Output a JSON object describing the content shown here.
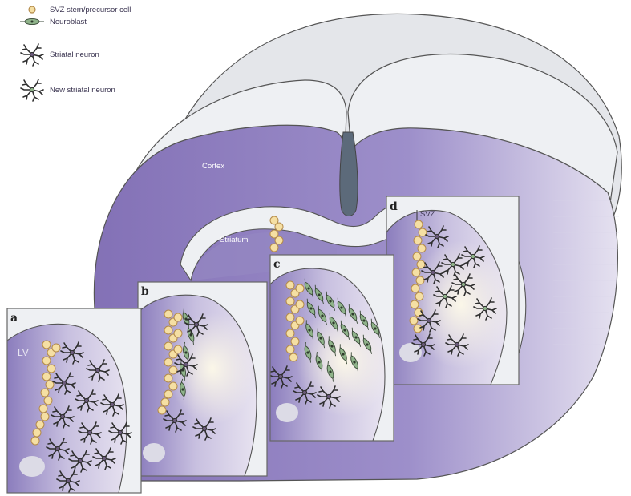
{
  "legend": {
    "items": [
      {
        "label": "SVZ stem/precursor cell",
        "icon": "svz-stem-cell-icon"
      },
      {
        "label": "Neuroblast",
        "icon": "neuroblast-icon"
      },
      {
        "label": "Striatal neuron",
        "icon": "striatal-neuron-icon"
      },
      {
        "label": "New striatal neuron",
        "icon": "new-striatal-neuron-icon"
      }
    ]
  },
  "regions": {
    "cortex": "Cortex",
    "striatum": "Striatum",
    "svz": "SVZ",
    "lv": "LV"
  },
  "panels": {
    "a": "a",
    "b": "b",
    "c": "c",
    "d": "d"
  },
  "colors": {
    "cortex_purple": "#8574b8",
    "pale_lavender": "#d9d4ea",
    "stem_cell": "#f5dfa3",
    "neuroblast": "#8fb38a",
    "neuron": "#333333",
    "frame": "#666666"
  }
}
